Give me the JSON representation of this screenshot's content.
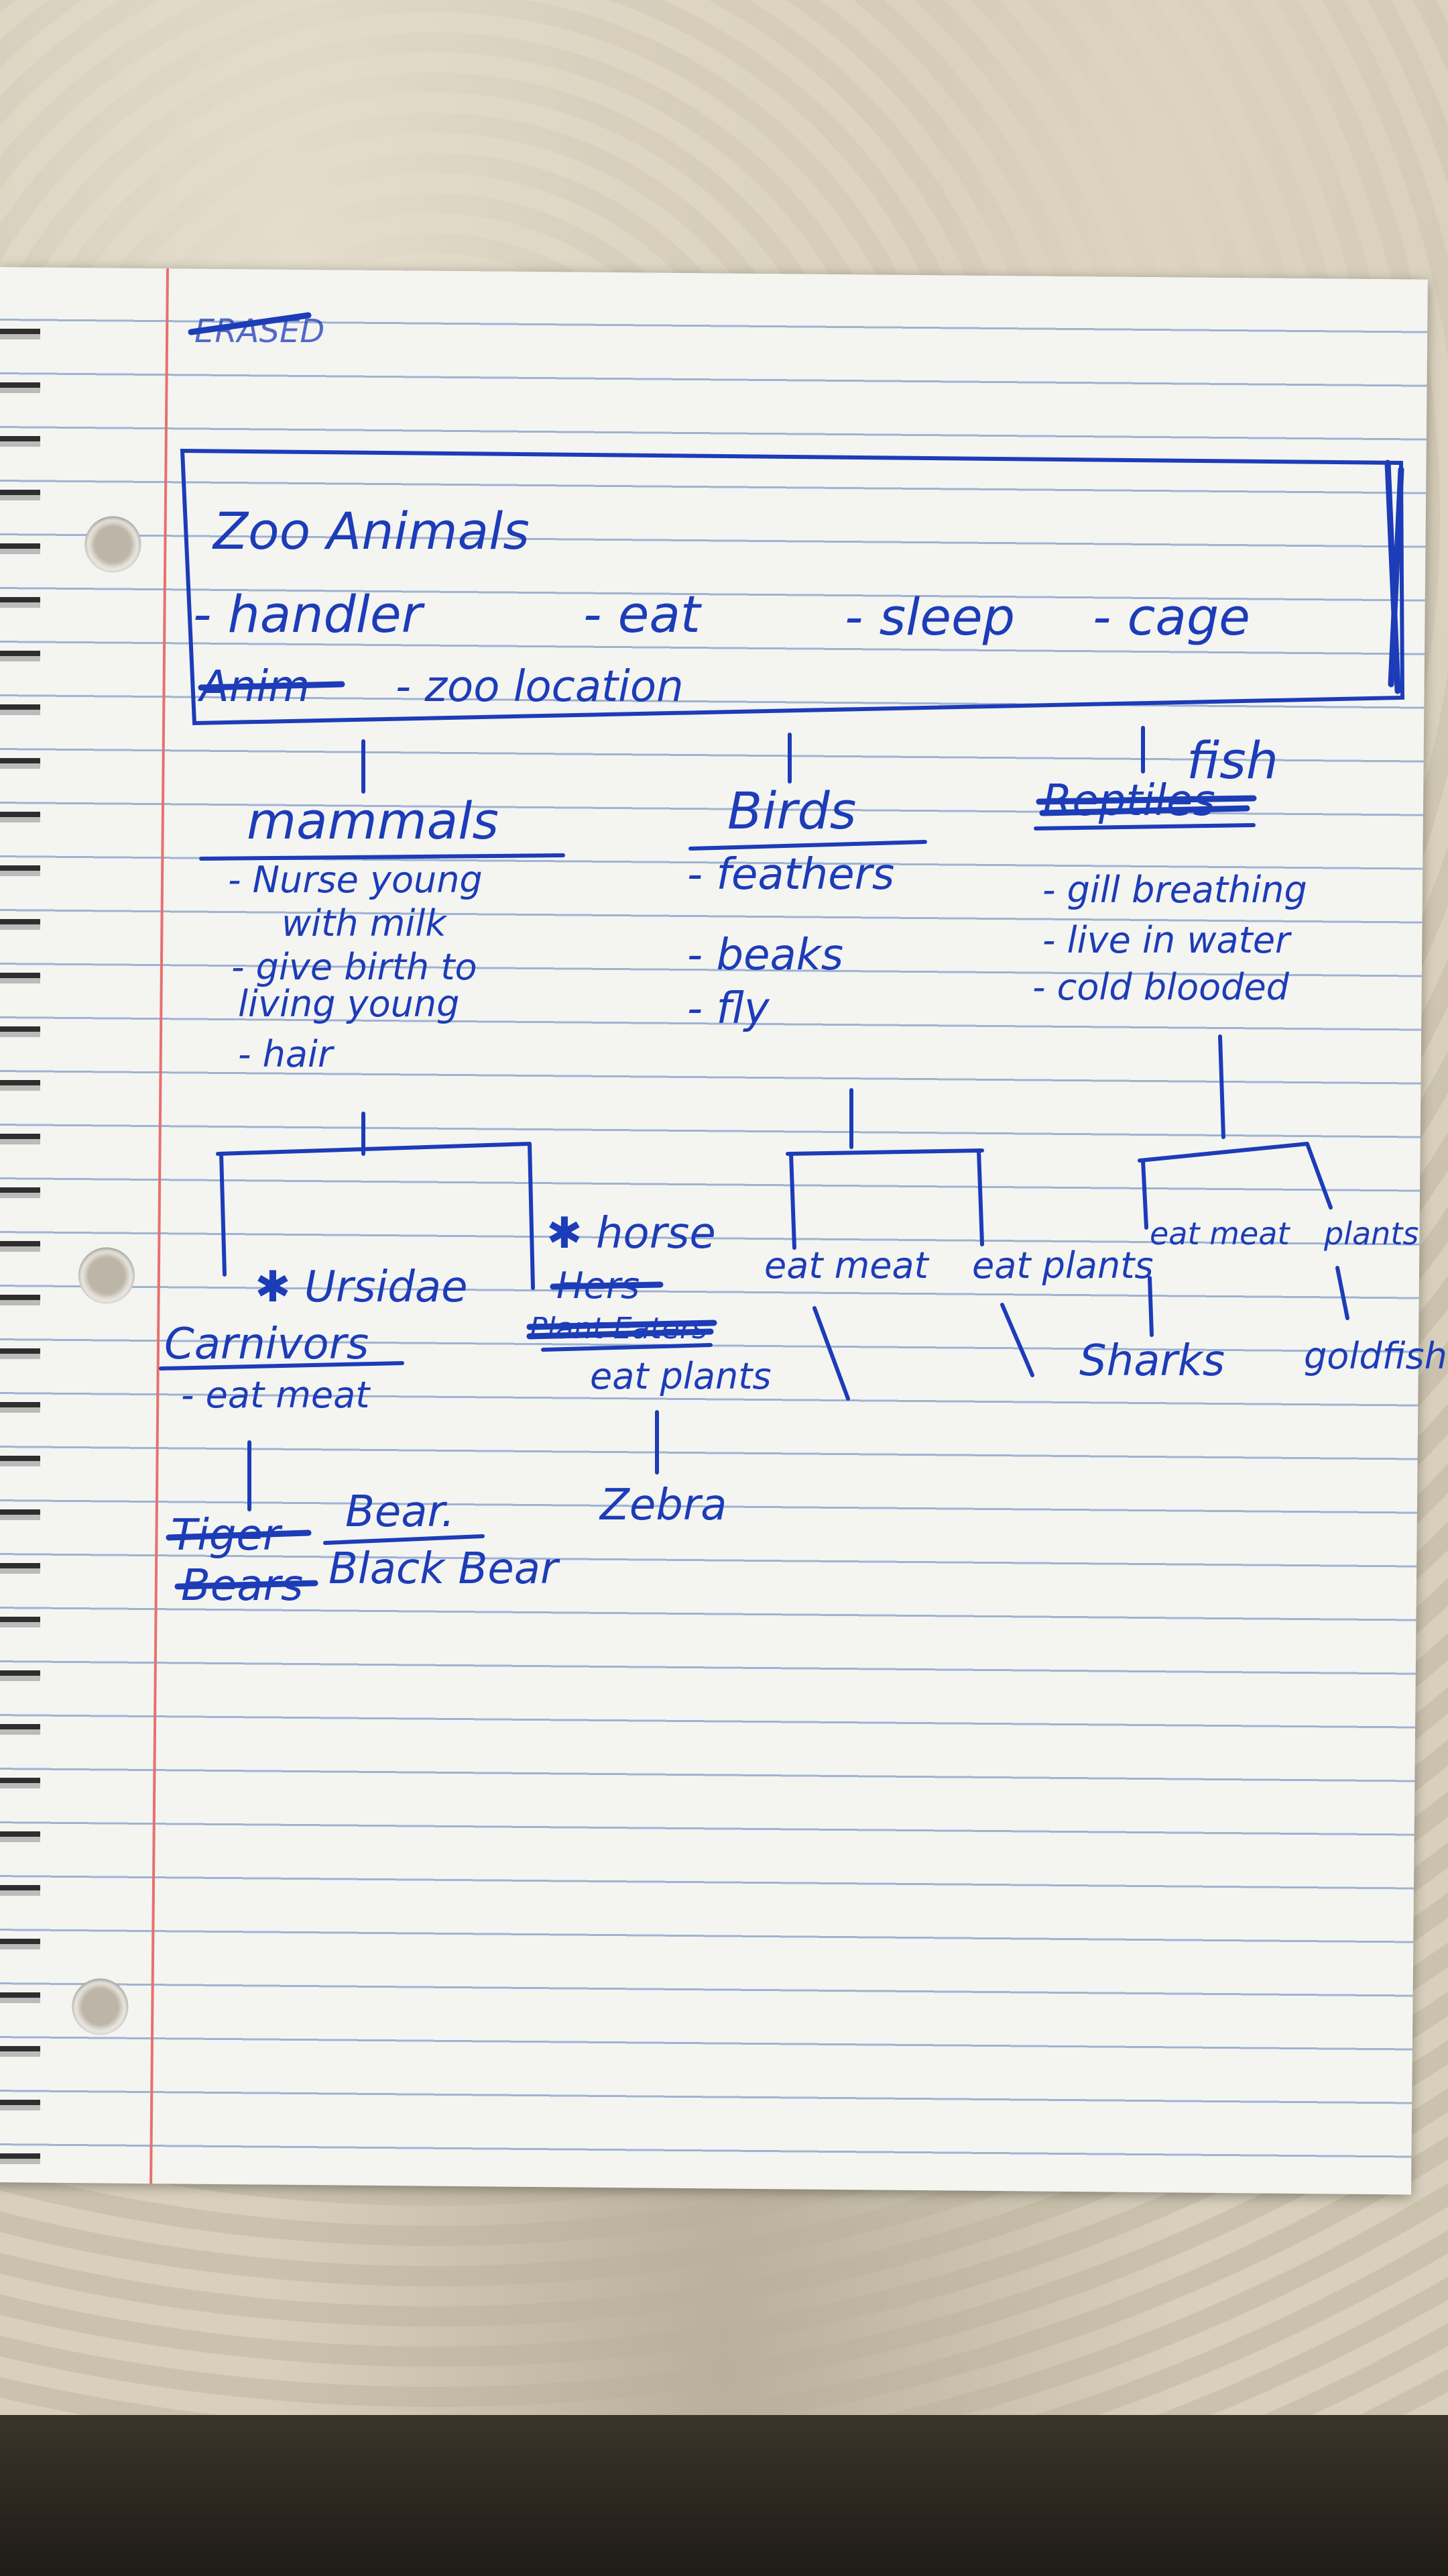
{
  "note": {
    "corner_scribble": "ERASED",
    "title": "Zoo Animals",
    "attributes": [
      "- handler",
      "- eat",
      "- sleep",
      "- cage"
    ],
    "attribute_crossed": "Anim",
    "attribute_extra": "- zoo location",
    "classes": {
      "mammals": {
        "label": "mammals",
        "traits": [
          "- Nurse young",
          "with milk",
          "- give birth to",
          "living young",
          "- hair"
        ]
      },
      "birds": {
        "label": "Birds",
        "traits": [
          "- feathers",
          "- beaks",
          "- fly"
        ]
      },
      "fish": {
        "label": "fish",
        "crossed": "Reptiles",
        "traits": [
          "- gill breathing",
          "- live in water",
          "- cold blooded"
        ]
      }
    },
    "mammal_subclasses": {
      "carnivore": {
        "star_label": "✱ Ursidae",
        "label": "Carnivors",
        "trait": "- eat meat",
        "child_crossed_1": "Tiger",
        "child_crossed_2": "Bears",
        "child_1": "Bear.",
        "child_2": "Black Bear"
      },
      "herbivore": {
        "star_label": "✱ horse",
        "crossed_1": "Hers",
        "crossed_2": "Plant Eaters",
        "trait": "eat plants",
        "child": "Zebra"
      }
    },
    "bird_subclasses": [
      "eat meat",
      "eat plants"
    ],
    "fish_subclasses": {
      "labels": [
        "eat meat",
        "plants"
      ],
      "children": [
        "Sharks",
        "goldfish"
      ]
    },
    "ink_color": "#1c3cb8"
  }
}
